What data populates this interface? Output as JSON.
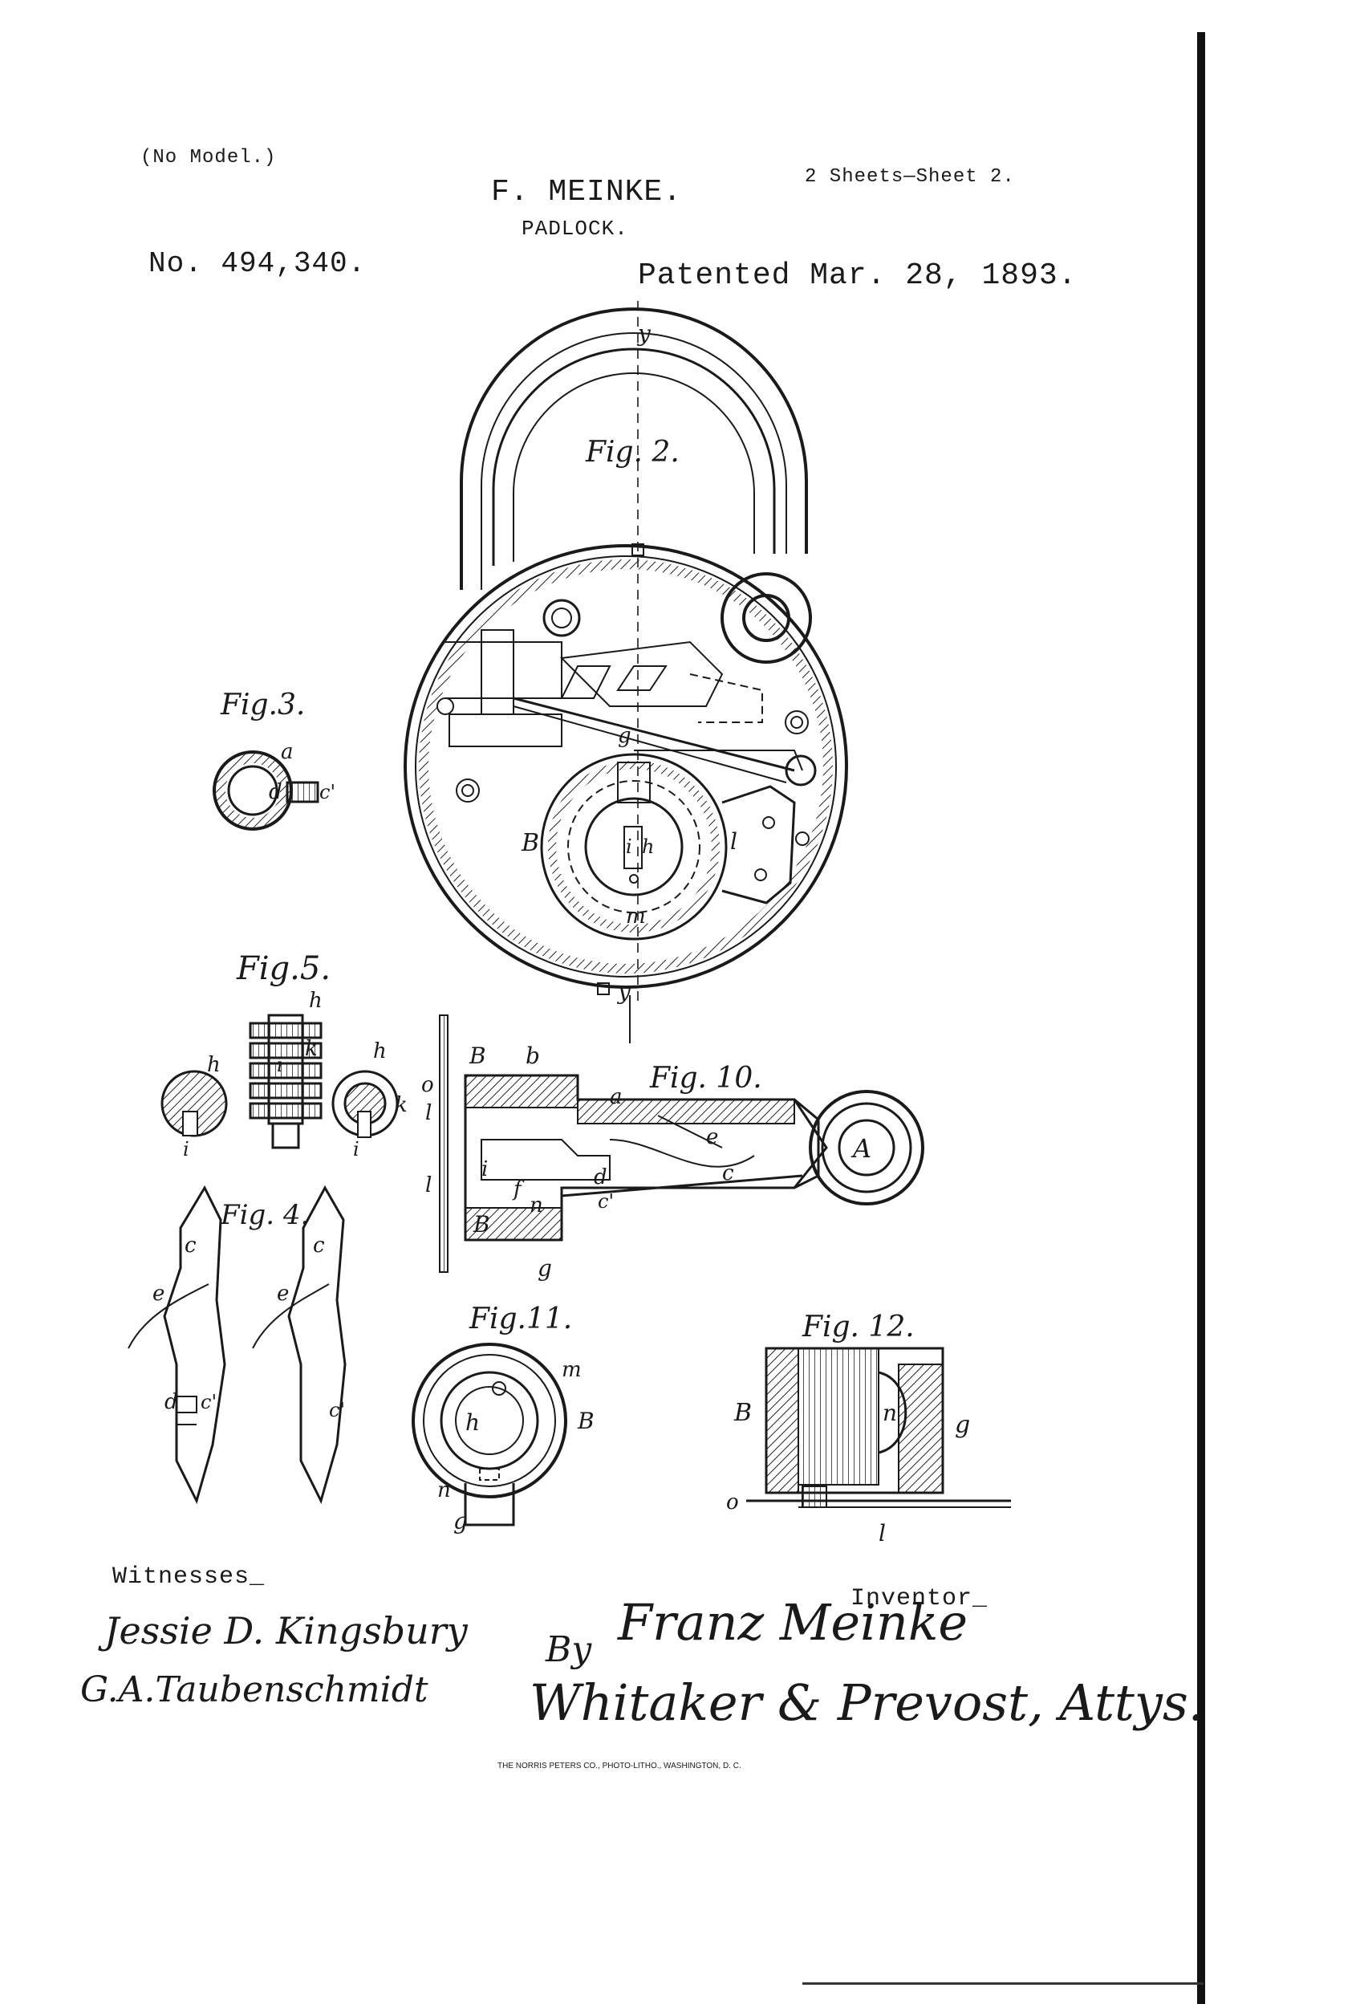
{
  "header": {
    "model": "(No Model.)",
    "inventor_name": "F. MEINKE.",
    "title": "PADLOCK.",
    "sheets": "2 Sheets—Sheet 2.",
    "patent_no": "No. 494,340.",
    "patented": "Patented Mar. 28, 1893."
  },
  "figures": {
    "fig2": "Fig. 2.",
    "fig3": "Fig.3.",
    "fig4": "Fig. 4.",
    "fig5": "Fig.5.",
    "fig10": "Fig. 10.",
    "fig11": "Fig.11.",
    "fig12": "Fig. 12."
  },
  "letters": {
    "y": "y",
    "g": "g",
    "B": "B",
    "i": "i",
    "h": "h",
    "l": "l",
    "m": "m",
    "a": "a",
    "d": "d",
    "c1": "c'",
    "k": "k",
    "c": "c",
    "e": "e",
    "b": "b",
    "o": "o",
    "f": "f",
    "n": "n",
    "A": "A"
  },
  "witnesses": {
    "label": "Witnesses_",
    "sig1": "Jessie D. Kingsbury",
    "sig2": "G.A.Taubenschmidt"
  },
  "inventor": {
    "label": "Inventor_",
    "by": "By",
    "signature": "Franz Meinke",
    "attorneys": "Whitaker & Prevost, Attys."
  },
  "footer": {
    "printer": "THE NORRIS PETERS CO., PHOTO-LITHO., WASHINGTON, D. C."
  }
}
